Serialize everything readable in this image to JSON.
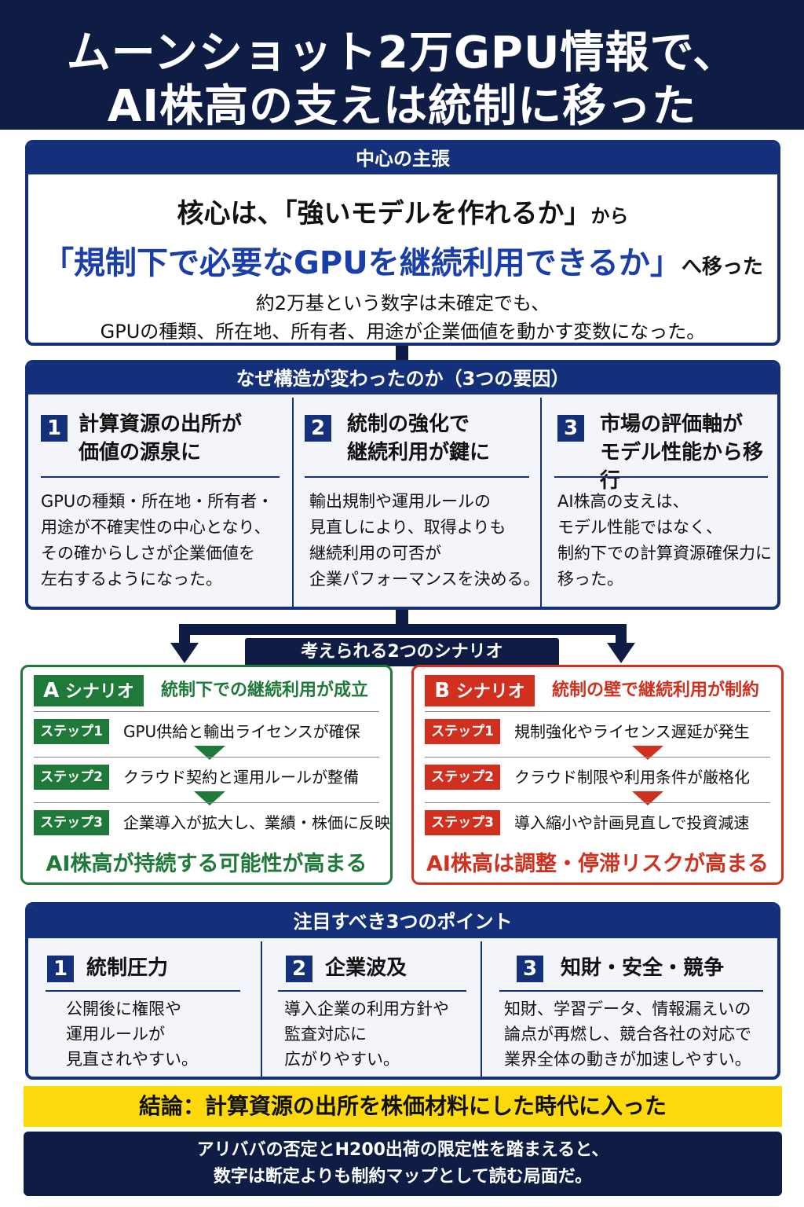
{
  "header": {
    "line1": "ムーンショット2万GPU情報で、",
    "line2": "AI株高の支えは統制に移った"
  },
  "claim": {
    "heading": "中心の主張",
    "line1_main": "核心は、「強いモデルを作れるか」",
    "line1_suffix": "から",
    "line2_main": "「規制下で必要なGPUを継続利用できるか」",
    "line2_suffix": "へ移った",
    "line3": "約2万基という数字は未確定でも、",
    "line4": "GPUの種類、所在地、所有者、用途が企業価値を動かす変数になった。"
  },
  "why": {
    "heading": "なぜ構造が変わったのか（3つの要因）",
    "factors": [
      {
        "num": "1",
        "title1": "計算資源の出所が",
        "title2": "価値の源泉に",
        "body": [
          "GPUの種類・所在地・所有者・",
          "用途が不確実性の中心となり、",
          "その確からしさが企業価値を",
          "左右するようになった。"
        ]
      },
      {
        "num": "2",
        "title1": "統制の強化で",
        "title2": "継続利用が鍵に",
        "body": [
          "輸出規制や運用ルールの",
          "見直しにより、取得よりも",
          "継続利用の可否が",
          "企業パフォーマンスを決める。"
        ]
      },
      {
        "num": "3",
        "title1": "市場の評価軸が",
        "title2": "モデル性能から移行",
        "body": [
          "AI株高の支えは、",
          "モデル性能ではなく、",
          "制約下での計算資源確保力に",
          "移った。"
        ]
      }
    ]
  },
  "scenarios": {
    "label": "考えられる2つのシナリオ",
    "a": {
      "badge_letter": "A",
      "badge_text": "シナリオ",
      "title": "統制下での継続利用が成立",
      "steps": [
        {
          "label": "ステップ1",
          "text": "GPU供給と輸出ライセンスが確保"
        },
        {
          "label": "ステップ2",
          "text": "クラウド契約と運用ルールが整備"
        },
        {
          "label": "ステップ3",
          "text": "企業導入が拡大し、業績・株価に反映"
        }
      ],
      "result": "AI株高が持続する可能性が高まる",
      "color": "#1f7a3a"
    },
    "b": {
      "badge_letter": "B",
      "badge_text": "シナリオ",
      "title": "統制の壁で継続利用が制約",
      "steps": [
        {
          "label": "ステップ1",
          "text": "規制強化やライセンス遅延が発生"
        },
        {
          "label": "ステップ2",
          "text": "クラウド制限や利用条件が厳格化"
        },
        {
          "label": "ステップ3",
          "text": "導入縮小や計画見直しで投資減速"
        }
      ],
      "result": "AI株高は調整・停滞リスクが高まる",
      "color": "#d2301f"
    }
  },
  "points": {
    "heading": "注目すべき3つのポイント",
    "items": [
      {
        "num": "1",
        "title": "統制圧力",
        "body": [
          "公開後に権限や",
          "運用ルールが",
          "見直されやすい。"
        ]
      },
      {
        "num": "2",
        "title": "企業波及",
        "body": [
          "導入企業の利用方針や",
          "監査対応に",
          "広がりやすい。"
        ]
      },
      {
        "num": "3",
        "title": "知財・安全・競争",
        "body": [
          "知財、学習データ、情報漏えいの",
          "論点が再燃し、競合各社の対応で",
          "業界全体の動きが加速しやすい。"
        ]
      }
    ]
  },
  "conclusion": "結論：計算資源の出所を株価材料にした時代に入った",
  "footer": {
    "line1": "アリババの否定とH200出荷の限定性を踏まえると、",
    "line2": "数字は断定よりも制約マップとして読む局面だ。"
  },
  "colors": {
    "navy": "#0f1d45",
    "blue": "#14307a",
    "accent_blue": "#1b3fa8",
    "green": "#1f7a3a",
    "red": "#d2301f",
    "yellow": "#fbd90c"
  }
}
